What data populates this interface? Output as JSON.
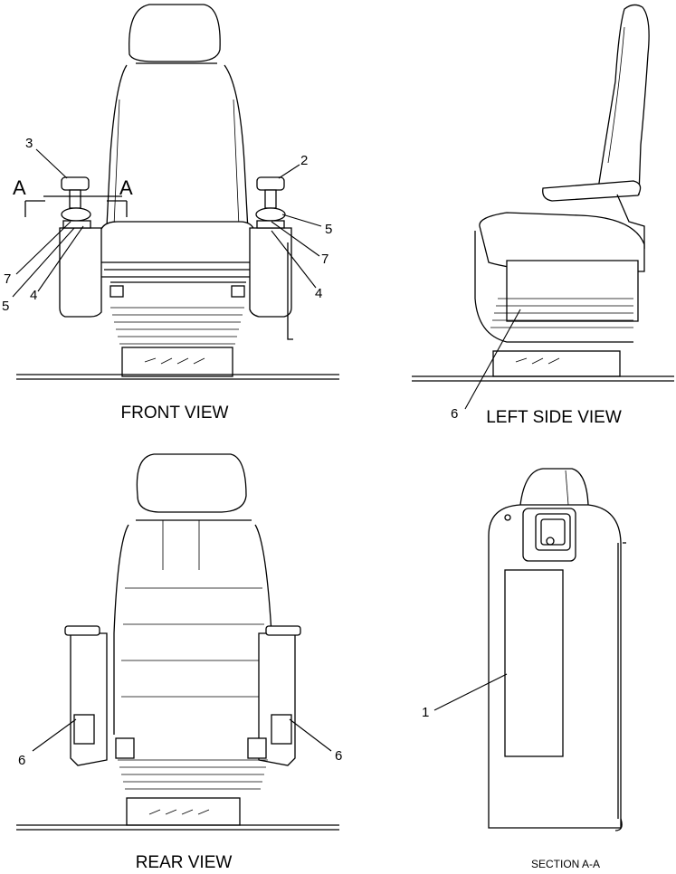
{
  "views": {
    "front": "FRONT VIEW",
    "left_side": "LEFT SIDE VIEW",
    "rear": "REAR VIEW",
    "section": "SECTION A-A"
  },
  "section_markers": {
    "left": "A",
    "right": "A"
  },
  "callouts": {
    "front": [
      "3",
      "2",
      "5",
      "7",
      "7",
      "5",
      "4",
      "4"
    ],
    "left_side": [
      "6"
    ],
    "rear": [
      "6",
      "6"
    ],
    "section": [
      "1"
    ]
  }
}
